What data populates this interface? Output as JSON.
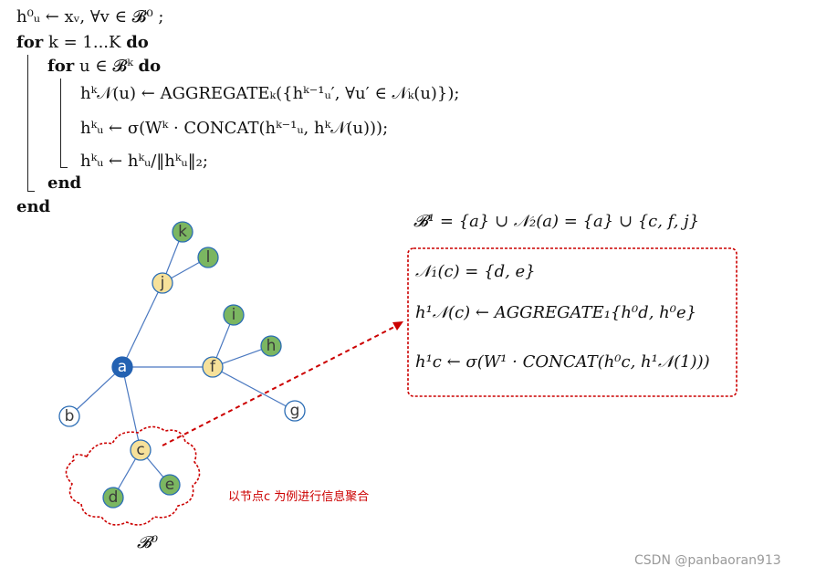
{
  "algorithm": {
    "line1": "h⁰ᵤ ← xᵥ, ∀v ∈ 𝓑⁰ ;",
    "line2_kw_for": "for",
    "line2_rest": "k = 1...K",
    "line2_kw_do": "do",
    "line3_kw_for": "for",
    "line3_rest": "u ∈ 𝓑ᵏ",
    "line3_kw_do": "do",
    "line4": "hᵏ𝒩(u) ← AGGREGATEₖ({hᵏ⁻¹ᵤ′, ∀u′ ∈ 𝒩ₖ(u)});",
    "line5": "hᵏᵤ ← σ(Wᵏ · CONCAT(hᵏ⁻¹ᵤ, hᵏ𝒩(u)));",
    "line6": "hᵏᵤ ← hᵏᵤ/‖hᵏᵤ‖₂;",
    "end_inner": "end",
    "end_outer": "end"
  },
  "graph": {
    "nodes": [
      {
        "id": "k",
        "label": "k",
        "fill": "#7bb661",
        "stroke": "#2b6db5"
      },
      {
        "id": "l",
        "label": "l",
        "fill": "#7bb661",
        "stroke": "#2b6db5"
      },
      {
        "id": "j",
        "label": "j",
        "fill": "#f6e19a",
        "stroke": "#2b6db5"
      },
      {
        "id": "i",
        "label": "i",
        "fill": "#7bb661",
        "stroke": "#2b6db5"
      },
      {
        "id": "h",
        "label": "h",
        "fill": "#7bb661",
        "stroke": "#2b6db5"
      },
      {
        "id": "a",
        "label": "a",
        "fill": "#2462b2",
        "stroke": "#2462b2"
      },
      {
        "id": "f",
        "label": "f",
        "fill": "#f6e19a",
        "stroke": "#2b6db5"
      },
      {
        "id": "g",
        "label": "g",
        "fill": "#ffffff",
        "stroke": "#2b6db5"
      },
      {
        "id": "b",
        "label": "b",
        "fill": "#ffffff",
        "stroke": "#2b6db5"
      },
      {
        "id": "c",
        "label": "c",
        "fill": "#f6e19a",
        "stroke": "#2b6db5"
      },
      {
        "id": "d",
        "label": "d",
        "fill": "#7bb661",
        "stroke": "#2b6db5"
      },
      {
        "id": "e",
        "label": "e",
        "fill": "#7bb661",
        "stroke": "#2b6db5"
      }
    ],
    "edges": [
      [
        "k",
        "j"
      ],
      [
        "l",
        "j"
      ],
      [
        "j",
        "a"
      ],
      [
        "a",
        "b"
      ],
      [
        "a",
        "f"
      ],
      [
        "a",
        "c"
      ],
      [
        "f",
        "i"
      ],
      [
        "f",
        "h"
      ],
      [
        "f",
        "g"
      ],
      [
        "c",
        "d"
      ],
      [
        "c",
        "e"
      ]
    ],
    "b0_label": "𝓑⁰",
    "edge_color": "#4a78c0",
    "highlight_color": "#cc0000"
  },
  "b1_equation": "𝓑¹ = {a} ∪ 𝒩₂(a) = {a} ∪ {c, f, j}",
  "box": {
    "line1": "𝒩₁(c) = {d, e}",
    "line2": "h¹𝒩(c) ← AGGREGATE₁{h⁰d, h⁰e}",
    "line3": "h¹c ← σ(W¹ · CONCAT(h⁰c, h¹𝒩(1)))"
  },
  "caption": "以节点c 为例进行信息聚合",
  "watermark": "CSDN @panbaoran913"
}
